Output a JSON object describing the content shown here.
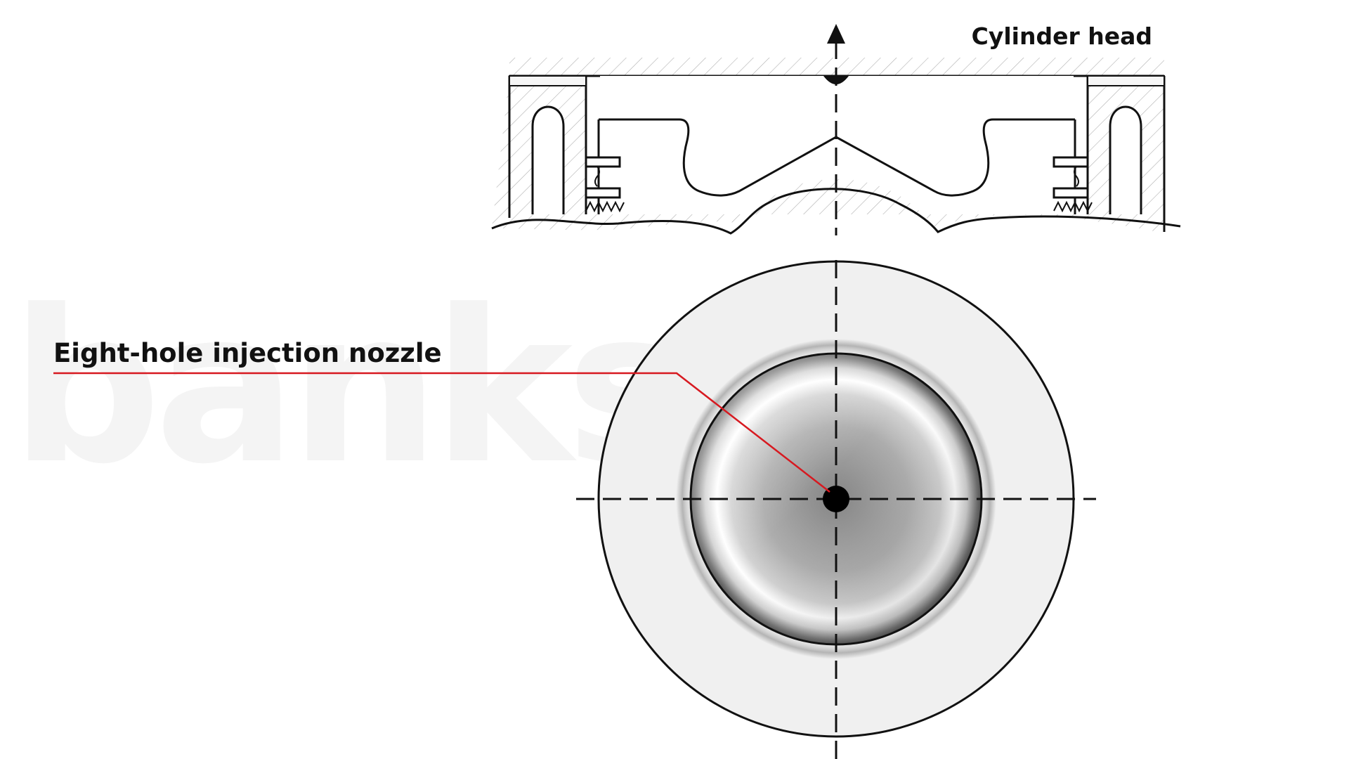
{
  "labels": {
    "cylinder_head": "Cylinder head",
    "nozzle": "Eight-hole injection nozzle"
  },
  "watermark": {
    "text": "banks",
    "mark": "®"
  },
  "icons": {
    "flow_arrow": "arrow-up-icon"
  },
  "colors": {
    "line": "#111111",
    "leader": "#d71920",
    "piston_face": "#f0f0f0",
    "bowl_light": "#dcdcdc",
    "bowl_dark": "#8c8c8c",
    "hatch": "#b0b0b0",
    "watermark": "#f4f4f4"
  }
}
